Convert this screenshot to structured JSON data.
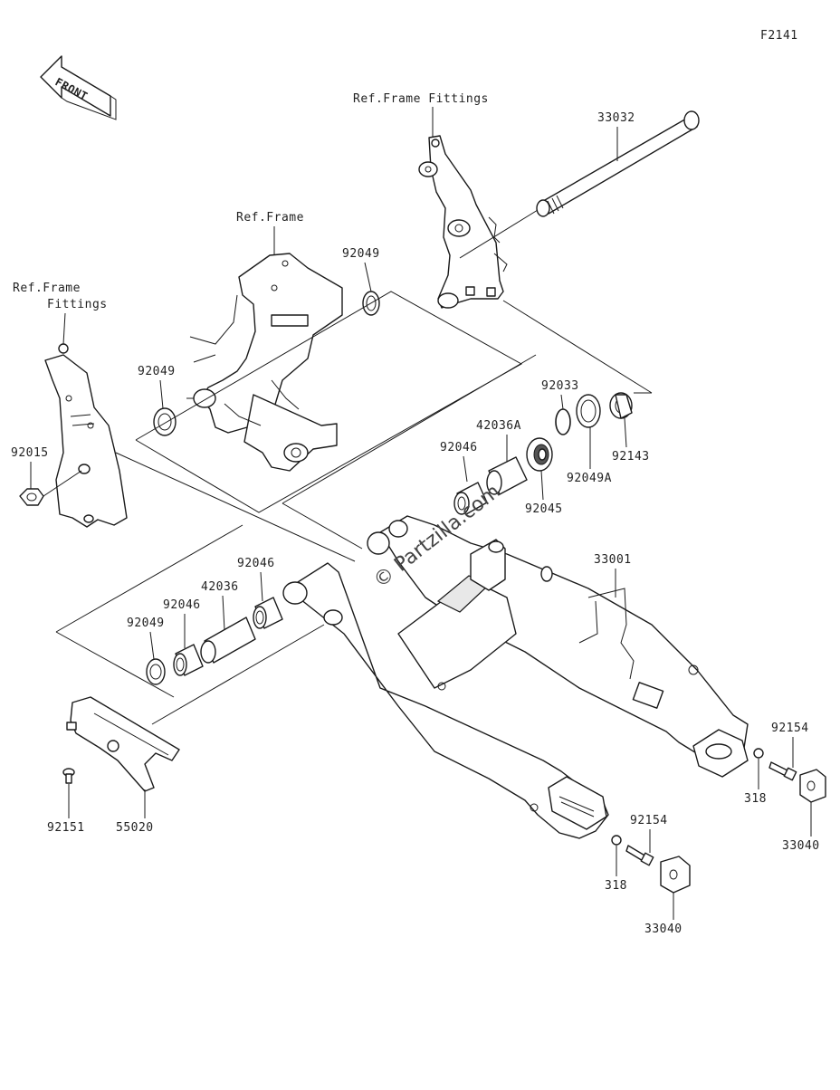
{
  "diagram_code": "F2141",
  "front_marker": "FRONT",
  "watermark": "© Partzilla.com",
  "labels": {
    "ref_frame_fittings_top": "Ref.Frame Fittings",
    "ref_frame": "Ref.Frame",
    "ref_frame_fittings_left_1": "Ref.Frame",
    "ref_frame_fittings_left_2": "Fittings",
    "p33032": "33032",
    "p92049_top": "92049",
    "p92049_mid": "92049",
    "p92015": "92015",
    "p92033": "92033",
    "p42036A": "42036A",
    "p92046_right": "92046",
    "p92045": "92045",
    "p92049A": "92049A",
    "p92143": "92143",
    "p33001": "33001",
    "p92046_top": "92046",
    "p42036": "42036",
    "p92046_left": "92046",
    "p92049_left": "92049",
    "p92151": "92151",
    "p55020": "55020",
    "p92154_right": "92154",
    "p318_right": "318",
    "p33040_right": "33040",
    "p92154_bottom": "92154",
    "p318_bottom": "318",
    "p33040_bottom": "33040"
  }
}
